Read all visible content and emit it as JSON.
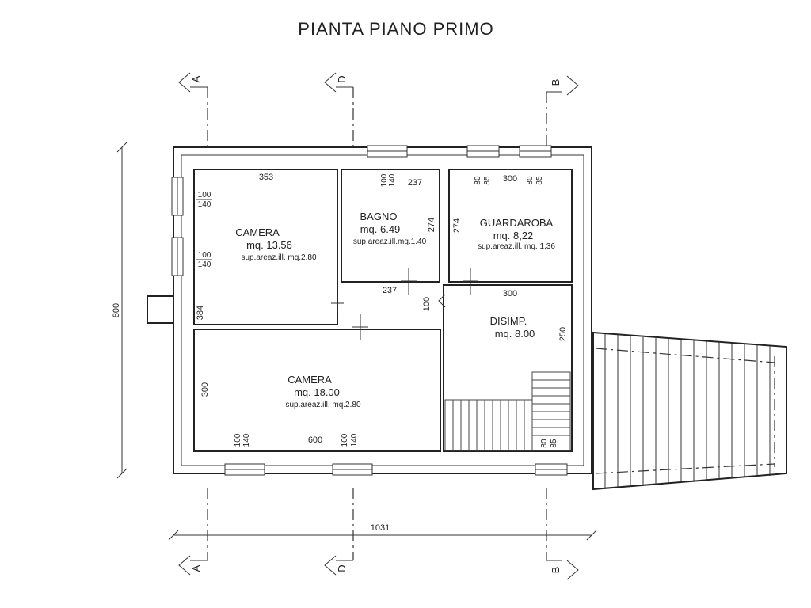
{
  "title": "PIANTA PIANO PRIMO",
  "sections": {
    "a": "A",
    "d": "D",
    "b": "B"
  },
  "rooms": {
    "camera1": {
      "name": "CAMERA",
      "area": "mq. 13.56",
      "note": "sup.areaz.ill. mq.2.80"
    },
    "bagno": {
      "name": "BAGNO",
      "area": "mq. 6.49",
      "note": "sup.areaz.ill.mq.1.40"
    },
    "guardaroba": {
      "name": "GUARDAROBA",
      "area": "mq. 8,22",
      "note": "sup.areaz.ill. mq. 1,36"
    },
    "disimp": {
      "name": "DISIMP.",
      "area": "mq. 8.00"
    },
    "camera2": {
      "name": "CAMERA",
      "area": "mq. 18.00",
      "note": "sup.areaz.ill. mq.2.80"
    }
  },
  "dimensions": {
    "overall_width": "1031",
    "overall_height": "800",
    "camera1_width": "353",
    "camera1_height": "384",
    "bagno_width": "237",
    "bagno_height": "274",
    "guardaroba_height": "274",
    "guardaroba_width": "300",
    "corridor_width": "237",
    "corridor_height": "100",
    "disimp_width": "300",
    "disimp_height": "250",
    "camera2_height": "300",
    "camera2_width": "600"
  },
  "windows": {
    "w100": "100",
    "w140": "140",
    "w80": "80",
    "w85": "85"
  }
}
